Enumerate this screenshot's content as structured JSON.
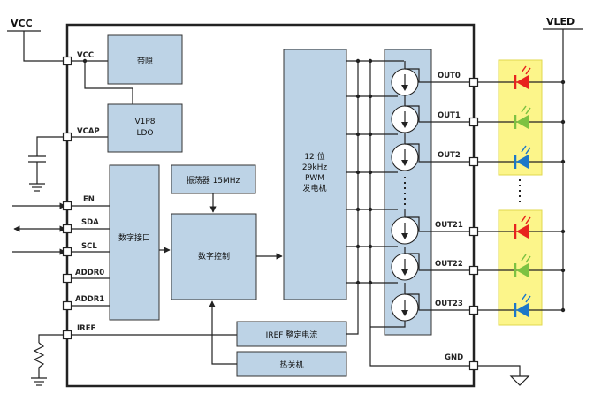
{
  "external": {
    "vcc": "VCC",
    "vled": "VLED"
  },
  "pins_left": {
    "vcc": "VCC",
    "vcap": "VCAP",
    "en": "EN",
    "sda": "SDA",
    "scl": "SCL",
    "addr0": "ADDR0",
    "addr1": "ADDR1",
    "iref": "IREF"
  },
  "pins_right": {
    "out0": "OUT0",
    "out1": "OUT1",
    "out2": "OUT2",
    "out21": "OUT21",
    "out22": "OUT22",
    "out23": "OUT23",
    "gnd": "GND"
  },
  "blocks": {
    "bandgap": "带隙",
    "ldo_line1": "V1P8",
    "ldo_line2": "LDO",
    "oscillator": "振荡器 15MHz",
    "digital_interface": "数字接口",
    "digital_control": "数字控制",
    "pwm_line1": "12 位",
    "pwm_line2": "29kHz",
    "pwm_line3": "PWM",
    "pwm_line4": "发电机",
    "iref_block": "IREF 整定电流",
    "thermal_shutdown": "热关机"
  },
  "colors": {
    "block_fill": "#bdd3e6",
    "led_highlight": "#fcf58a",
    "led_red": "#e8231e",
    "led_green": "#7dc242",
    "led_blue": "#1c78c8"
  }
}
